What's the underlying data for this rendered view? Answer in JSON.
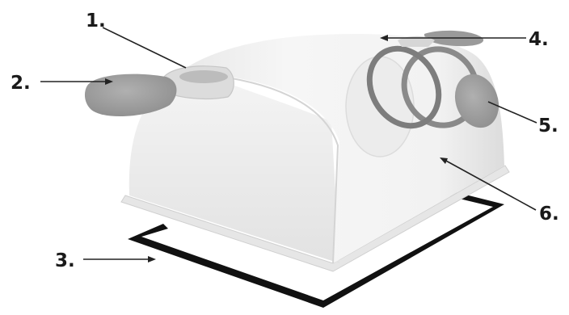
{
  "callouts": [
    {
      "id": "1",
      "label": "1."
    },
    {
      "id": "2",
      "label": "2."
    },
    {
      "id": "3",
      "label": "3."
    },
    {
      "id": "4",
      "label": "4."
    },
    {
      "id": "5",
      "label": "5."
    },
    {
      "id": "6",
      "label": "6."
    }
  ],
  "colors": {
    "housing": "#eeeeee",
    "housing_shade": "#d9d9d9",
    "flap": "#9e9e9e",
    "gasket": "#111111",
    "glove_ring": "#8a8a8a",
    "leader": "#222222"
  }
}
